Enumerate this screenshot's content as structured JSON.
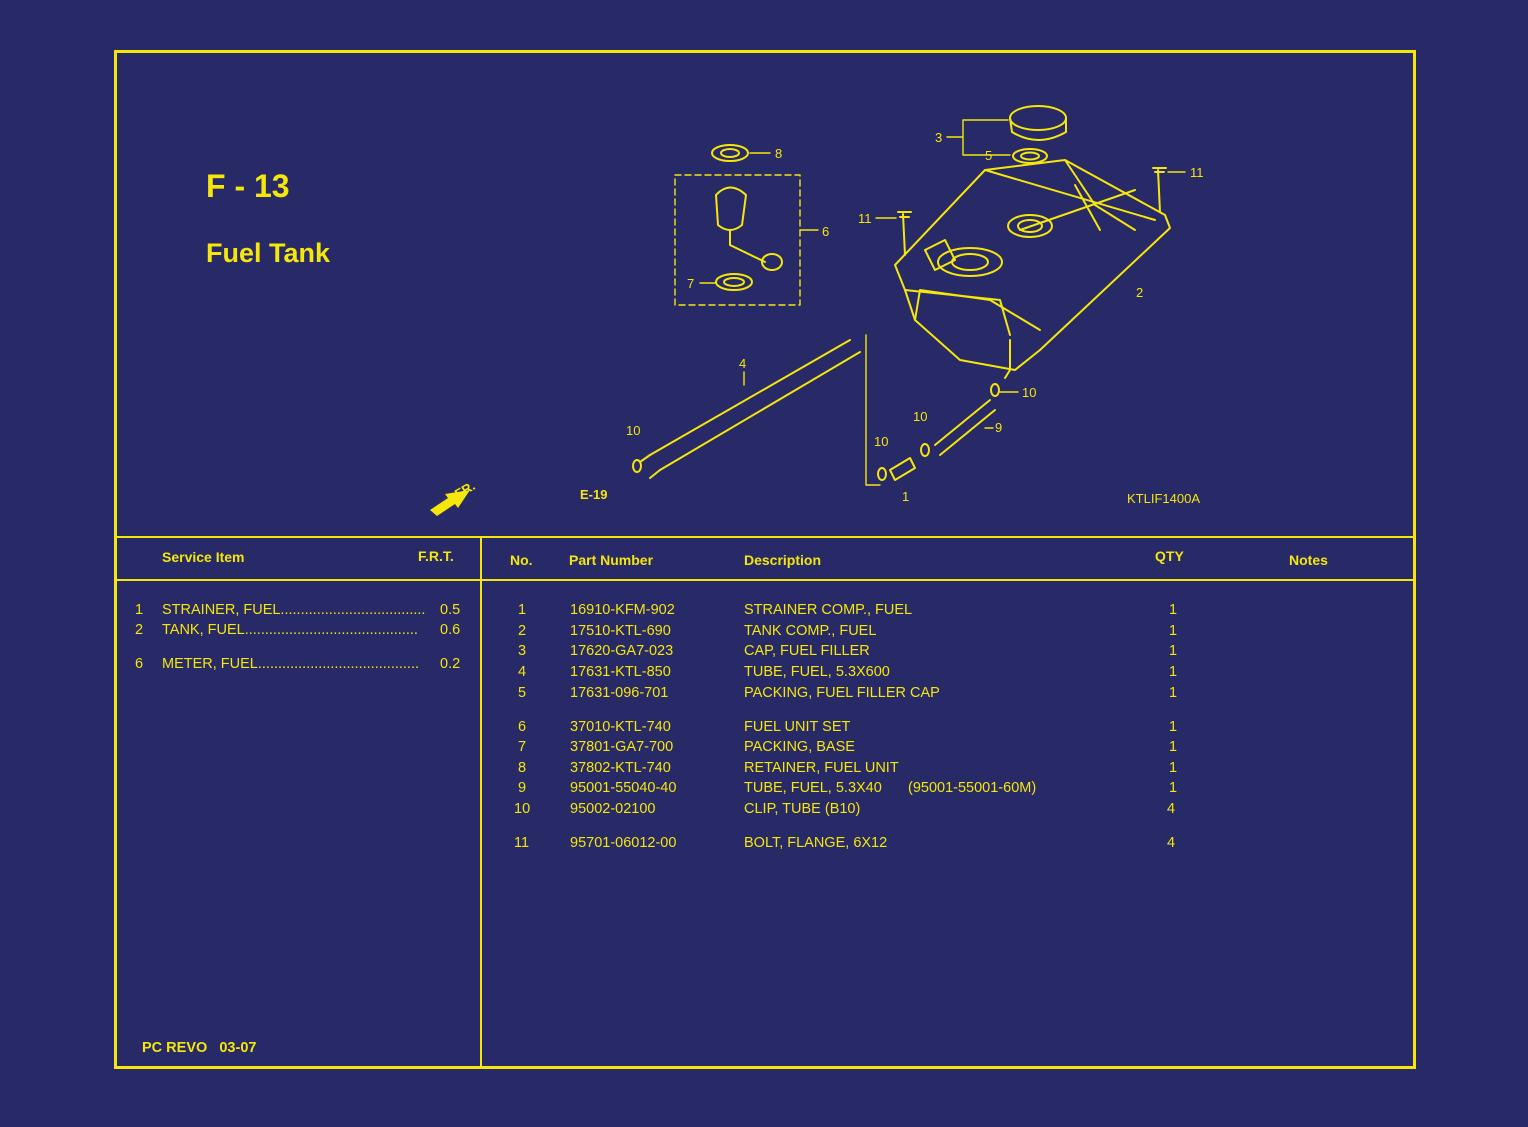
{
  "header": {
    "code": "F - 13",
    "title": "Fuel Tank"
  },
  "diagram": {
    "ref_code": "KTLIF1400A",
    "front_label": "FR.",
    "e_ref": "E-19",
    "callouts": [
      "1",
      "2",
      "3",
      "4",
      "5",
      "6",
      "7",
      "8",
      "9",
      "10",
      "10",
      "10",
      "10",
      "11",
      "11"
    ]
  },
  "service": {
    "header_item": "Service Item",
    "header_frt": "F.R.T.",
    "rows": [
      {
        "no": "1",
        "name": "STRAINER, FUEL....................................",
        "frt": "0.5"
      },
      {
        "no": "2",
        "name": "TANK, FUEL...........................................",
        "frt": "0.6"
      },
      {
        "no": "6",
        "name": "METER, FUEL........................................",
        "frt": "0.2"
      }
    ]
  },
  "parts": {
    "headers": {
      "no": "No.",
      "part": "Part Number",
      "desc": "Description",
      "qty": "QTY",
      "notes": "Notes"
    },
    "rows": [
      {
        "no": "1",
        "part": "16910-KFM-902",
        "desc": "STRAINER COMP., FUEL",
        "extra": "",
        "qty": "1"
      },
      {
        "no": "2",
        "part": "17510-KTL-690",
        "desc": "TANK COMP., FUEL",
        "extra": "",
        "qty": "1"
      },
      {
        "no": "3",
        "part": "17620-GA7-023",
        "desc": "CAP, FUEL FILLER",
        "extra": "",
        "qty": "1"
      },
      {
        "no": "4",
        "part": "17631-KTL-850",
        "desc": "TUBE, FUEL, 5.3X600",
        "extra": "",
        "qty": "1"
      },
      {
        "no": "5",
        "part": "17631-096-701",
        "desc": "PACKING, FUEL FILLER CAP",
        "extra": "",
        "qty": "1"
      },
      {
        "no": "6",
        "part": "37010-KTL-740",
        "desc": "FUEL UNIT SET",
        "extra": "",
        "qty": "1"
      },
      {
        "no": "7",
        "part": "37801-GA7-700",
        "desc": "PACKING, BASE",
        "extra": "",
        "qty": "1"
      },
      {
        "no": "8",
        "part": "37802-KTL-740",
        "desc": "RETAINER, FUEL UNIT",
        "extra": "",
        "qty": "1"
      },
      {
        "no": "9",
        "part": "95001-55040-40",
        "desc": "TUBE, FUEL, 5.3X40",
        "extra": "(95001-55001-60M)",
        "qty": "1"
      },
      {
        "no": "10",
        "part": "95002-02100",
        "desc": "CLIP, TUBE (B10)",
        "extra": "",
        "qty": "4"
      },
      {
        "no": "11",
        "part": "95701-06012-00",
        "desc": "BOLT, FLANGE, 6X12",
        "extra": "",
        "qty": "4"
      }
    ]
  },
  "footer": {
    "model": "PC REVO",
    "date": "03-07"
  },
  "colors": {
    "background": "#272a66",
    "ink": "#f5e60c"
  }
}
